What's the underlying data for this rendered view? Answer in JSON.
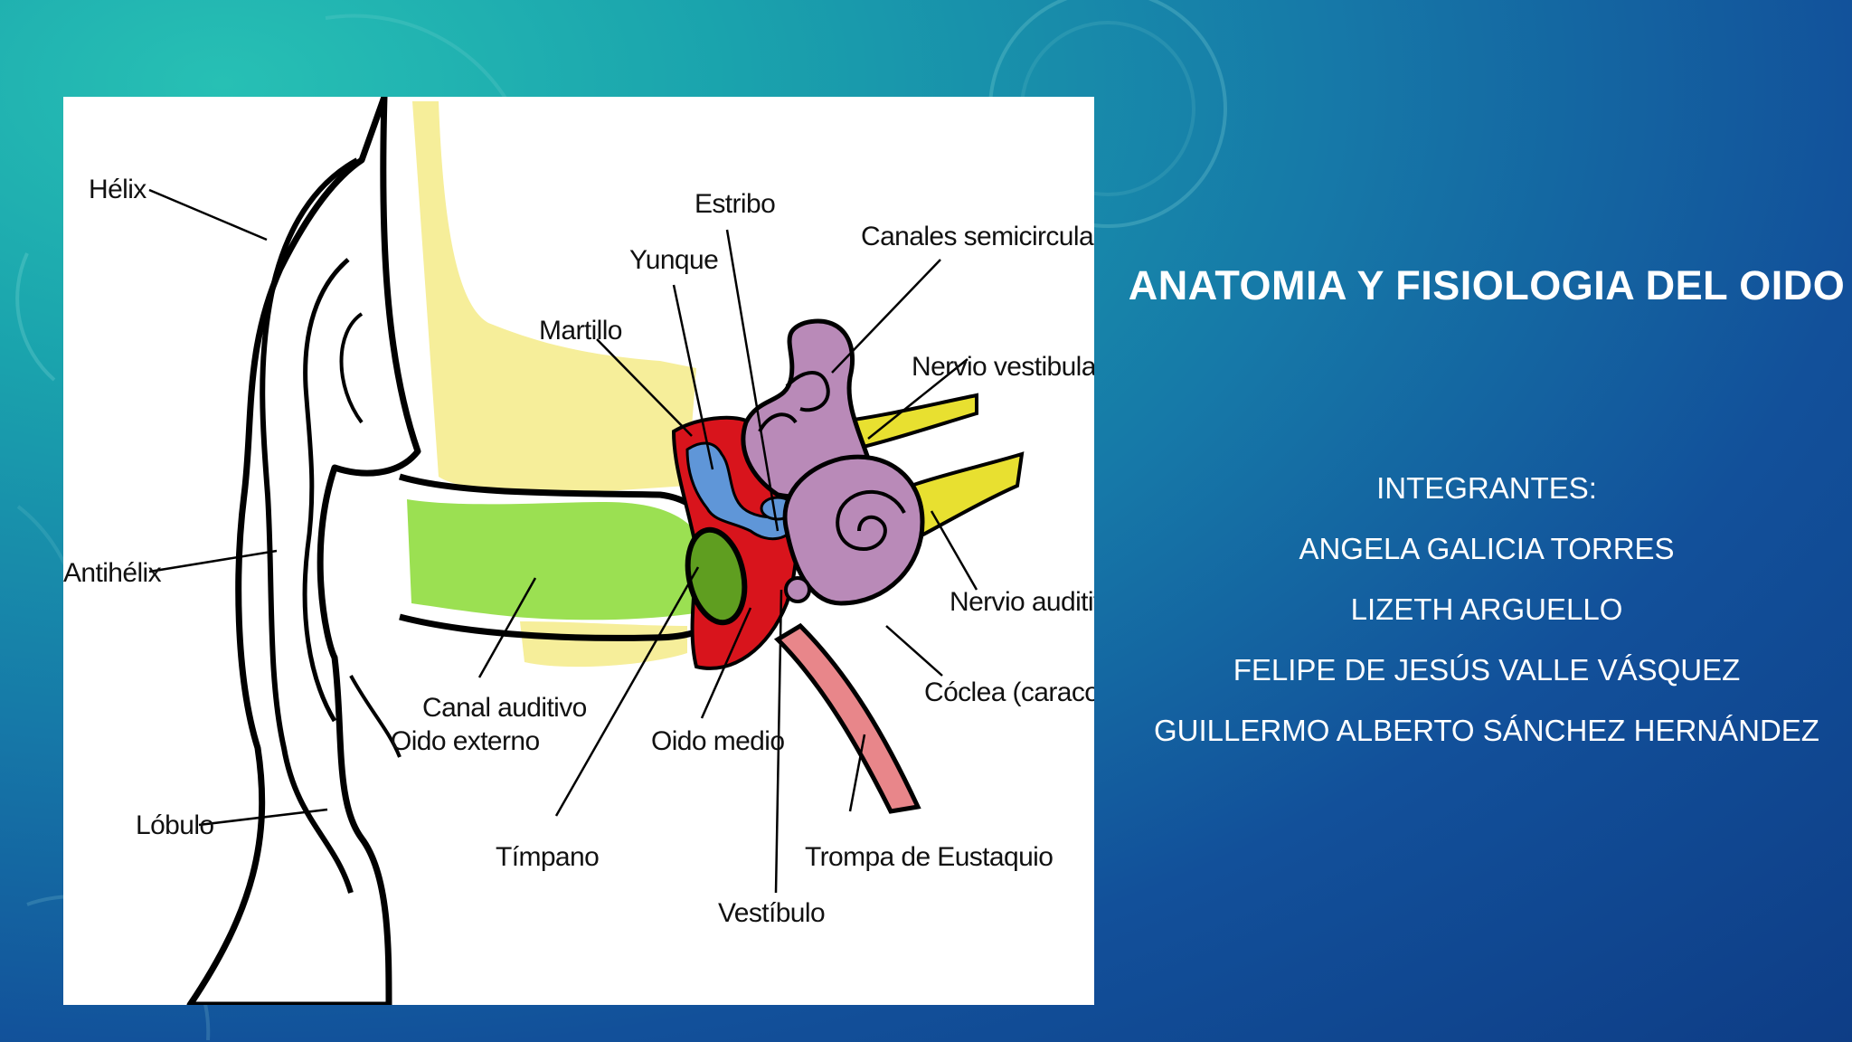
{
  "slide": {
    "title": "ANATOMIA Y FISIOLOGIA DEL OIDO",
    "members_heading": "INTEGRANTES:",
    "members": [
      "ANGELA GALICIA TORRES",
      "LIZETH ARGUELLO",
      "FELIPE DE JESÚS VALLE VÁSQUEZ",
      "GUILLERMO ALBERTO SÁNCHEZ HERNÁNDEZ"
    ]
  },
  "diagram": {
    "labels": {
      "helix": "Hélix",
      "antihelix": "Antihélix",
      "lobulo": "Lóbulo",
      "canal_auditivo": "Canal auditivo",
      "oido_externo": "Oido externo",
      "timpano": "Tímpano",
      "oido_medio": "Oido medio",
      "vestibulo": "Vestíbulo",
      "trompa": "Trompa de Eustaquio",
      "coclea": "Cóclea (caracola)",
      "nervio_auditivo": "Nervio auditivo",
      "nervio_vestibular": "Nervio vestibular",
      "canales": "Canales semicirculares",
      "estribo": "Estribo",
      "yunque": "Yunque",
      "martillo": "Martillo"
    },
    "colors": {
      "bone": "#f6ee9a",
      "canal": "#9be052",
      "eardrum": "#5f9e20",
      "middle_ear": "#d8141c",
      "ossicles": "#5f96d8",
      "inner_ear": "#b98ab8",
      "nerve": "#e8e030",
      "tube": "#e8868a"
    }
  }
}
